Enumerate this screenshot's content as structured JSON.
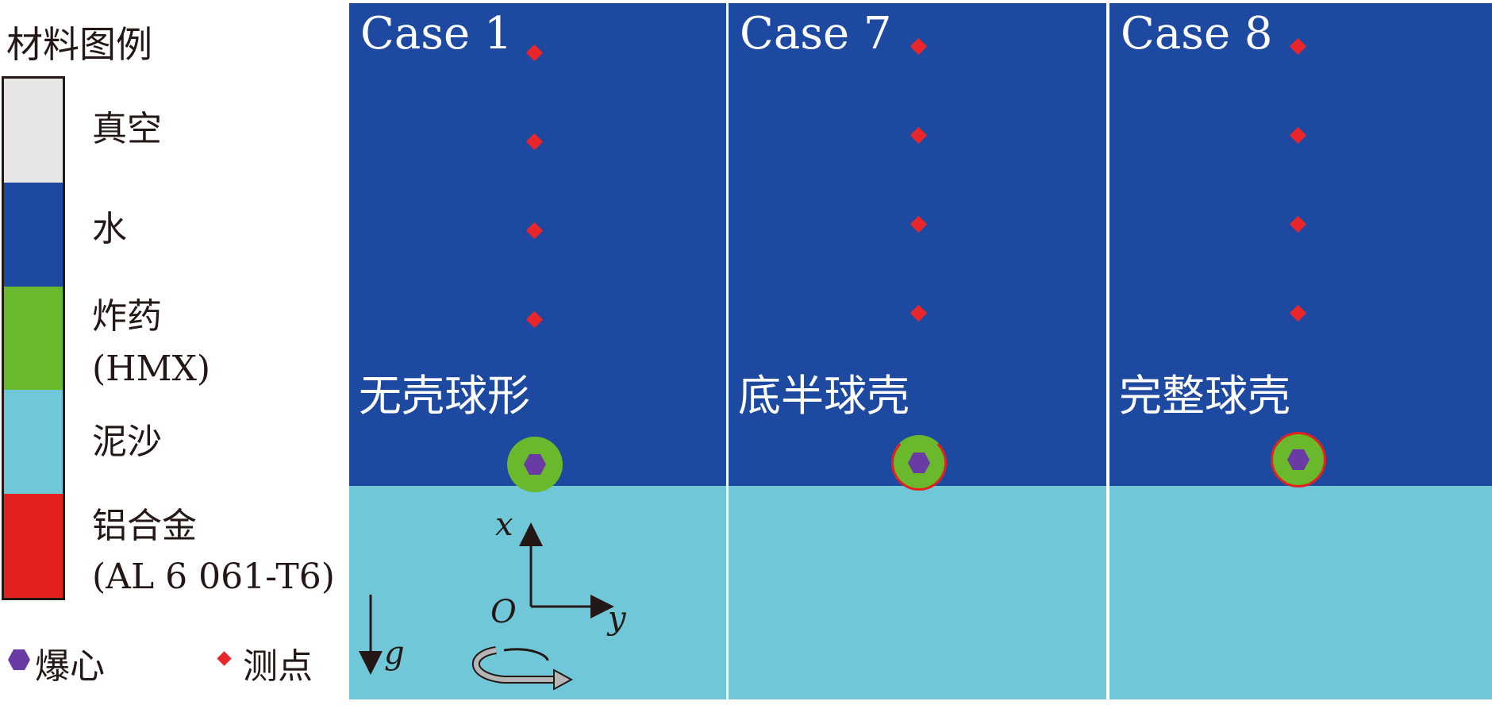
{
  "legend": {
    "title": "材料图例",
    "items": [
      {
        "label": "真空",
        "sub": "",
        "color": "#e6e6e4"
      },
      {
        "label": "水",
        "sub": "",
        "color": "#1d49a0"
      },
      {
        "label": "炸药",
        "sub": "(HMX)",
        "color": "#6ab92c"
      },
      {
        "label": "泥沙",
        "sub": "",
        "color": "#70c7d8"
      },
      {
        "label": "铝合金",
        "sub": "(AL 6 061-T6)",
        "color": "#e3211f"
      }
    ]
  },
  "key": {
    "detonation_center": "爆心",
    "gauge_point": "测点"
  },
  "panels": [
    {
      "title": "Case 1",
      "label": "无壳球形"
    },
    {
      "title": "Case 7",
      "label": "底半球壳"
    },
    {
      "title": "Case 8",
      "label": "完整球壳"
    }
  ],
  "axes": {
    "x": "x",
    "y": "y",
    "origin": "O",
    "gravity": "g"
  },
  "colors": {
    "water": "#1d49a0",
    "sand": "#70c7d8",
    "gauge": "#e8262b",
    "explosive": "#6ab92c",
    "shell": "#e3211f",
    "center": "#6a3aa5",
    "ink": "#231815"
  }
}
